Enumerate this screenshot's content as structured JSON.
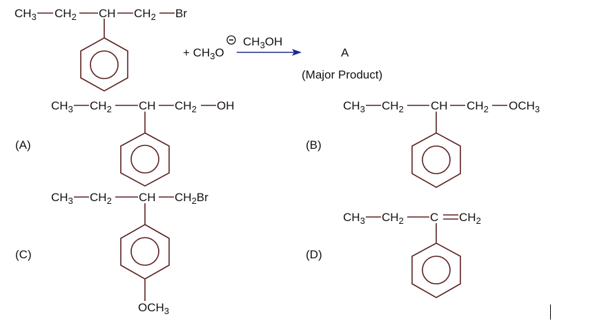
{
  "question": {
    "reactant": {
      "chain": [
        "CH",
        "3",
        "CH",
        "2",
        "CH",
        "CH",
        "2",
        "Br"
      ],
      "substituent": "phenyl"
    },
    "reagent": {
      "plus": "+",
      "nucleophile": "CH",
      "nucleophile_sub": "3",
      "nucleophile_o": "O",
      "charge": "−",
      "solvent": "CH",
      "solvent_sub": "3",
      "solvent_rest": "OH"
    },
    "product_label": "A",
    "product_note": "(Major Product)"
  },
  "options": [
    {
      "label": "(A)",
      "formula": "CH3−CH2−CH−CH2−OH",
      "substituent": "phenyl"
    },
    {
      "label": "(B)",
      "formula": "CH3−CH2−CH−CH2−OCH3",
      "substituent": "phenyl"
    },
    {
      "label": "(C)",
      "formula": "CH3−CH2−CH−CH2Br",
      "substituent": "4-methoxyphenyl",
      "para_group": "OCH3"
    },
    {
      "label": "(D)",
      "formula": "CH3−CH2−C=CH2",
      "substituent": "phenyl"
    }
  ],
  "colors": {
    "bond": "#5a1f1f",
    "text": "#111111",
    "arrow": "#1f2a8c"
  }
}
